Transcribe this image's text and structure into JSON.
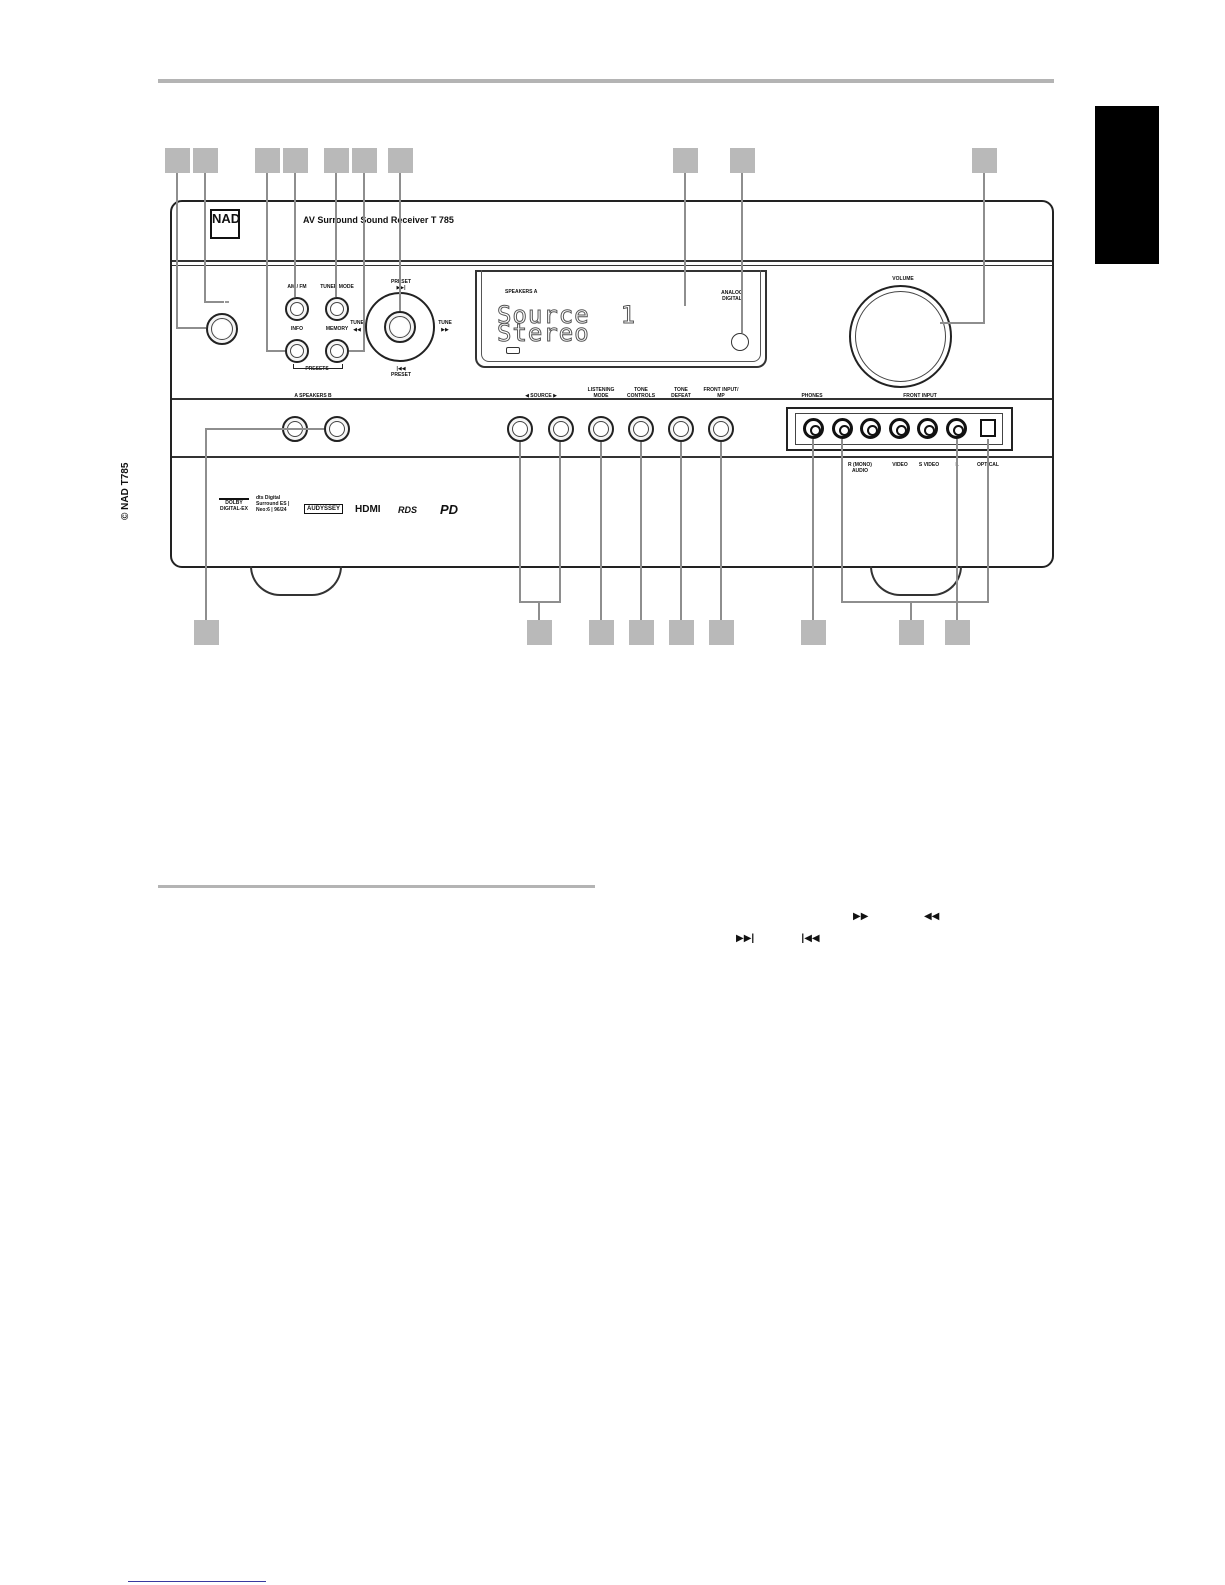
{
  "panel": {
    "brand": "NAD",
    "model_title": "AV Surround Sound Receiver T 785",
    "side_caption": "© NAD T785",
    "display": {
      "line1": "Source  1",
      "line2": "Stereo",
      "speakers_indicator": "SPEAKERS A",
      "input_mode": "ANALOG\nDIGITAL"
    },
    "top_labels": {
      "am_fm": "AM / FM",
      "tuner_mode": "TUNER MODE",
      "info": "INFO",
      "memory": "MEMORY",
      "presets": "PRESETS",
      "preset_up": "PRESET",
      "tune_right": "TUNE",
      "tune_left": "TUNE",
      "preset_down": "PRESET",
      "volume": "VOLUME"
    },
    "bottom_labels": {
      "speakers": "A   SPEAKERS   B",
      "source": "◀    SOURCE    ▶",
      "listening_mode": "LISTENING\nMODE",
      "tone_controls": "TONE\nCONTROLS",
      "tone_defeat": "TONE\nDEFEAT",
      "front_input_mp": "FRONT INPUT/\nMP",
      "phones": "PHONES",
      "front_input": "FRONT INPUT",
      "r_mono": "R (MONO)",
      "audio": "AUDIO",
      "video": "VIDEO",
      "s_video": "S VIDEO",
      "l": "L",
      "optical": "OPTICAL"
    },
    "logos": [
      "DOLBY DIGITAL-EX",
      "dts Digital Surround ES | Neo:6 | 96/24",
      "AUDYSSEY",
      "HDMI",
      "RDS",
      "PD"
    ]
  },
  "text_fragments": {
    "transport_line1": "▶▶                    ◀◀",
    "transport_line2": "▶▶|                 |◀◀"
  }
}
